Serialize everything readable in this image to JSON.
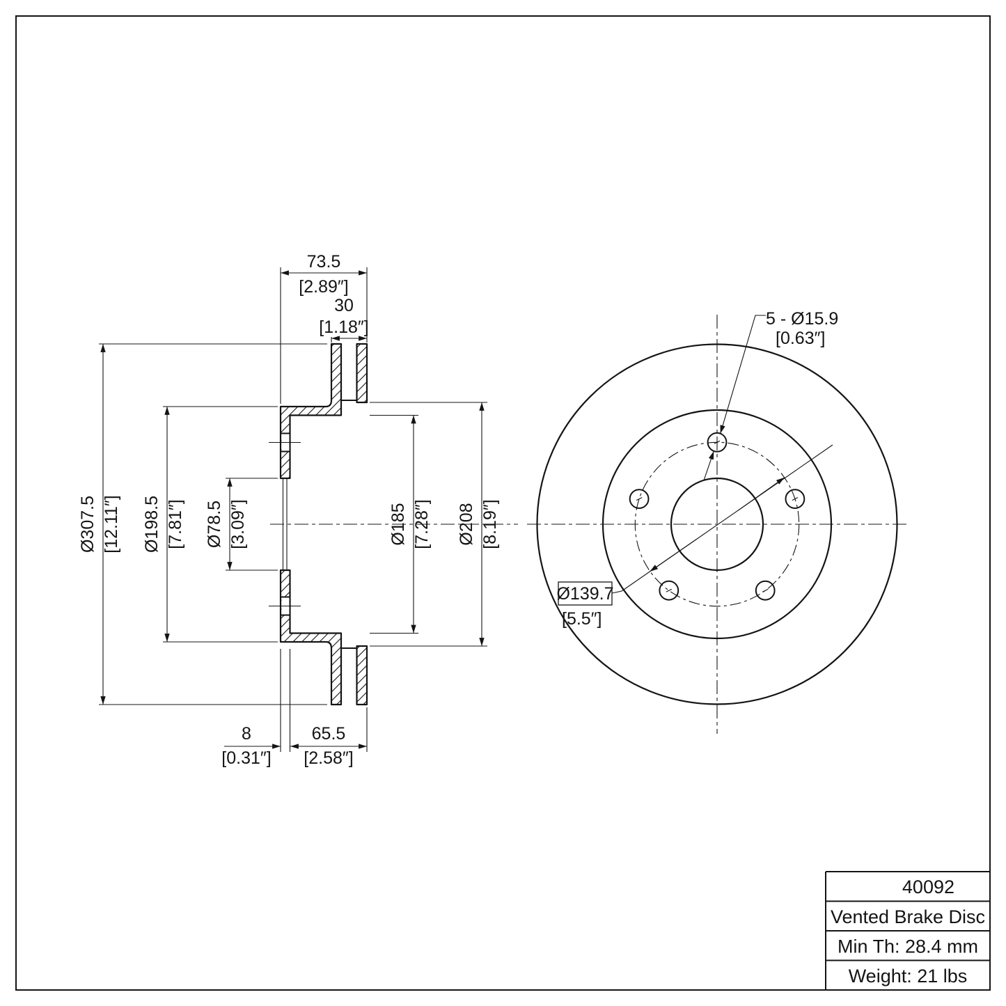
{
  "drawing": {
    "section_view": {
      "dims": {
        "width_overall_mm": "73.5",
        "width_overall_in": "[2.89″]",
        "plate_stack_mm": "30",
        "plate_stack_in": "[1.18″]",
        "outer_dia_mm": "Ø307.5",
        "outer_dia_in": "[12.11″]",
        "hat_od_mm": "Ø198.5",
        "hat_od_in": "[7.81″]",
        "bore_dia_mm": "Ø78.5",
        "bore_dia_in": "[3.09″]",
        "hat_id_mm": "Ø185",
        "hat_id_in": "[7.28″]",
        "inner_dia_mm": "Ø208",
        "inner_dia_in": "[8.19″]",
        "flange_th_mm": "8",
        "flange_th_in": "[0.31″]",
        "offset_mm": "65.5",
        "offset_in": "[2.58″]"
      }
    },
    "front_view": {
      "bolt_holes_mm": "5 - Ø15.9",
      "bolt_holes_in": "[0.63″]",
      "bolt_circle_mm": "Ø139.7",
      "bolt_circle_in": "[5.5″]"
    },
    "title_block": {
      "part_number": "40092",
      "part_name": "Vented Brake Disc",
      "min_thickness": "Min Th: 28.4 mm",
      "weight": "Weight: 21 lbs"
    }
  }
}
